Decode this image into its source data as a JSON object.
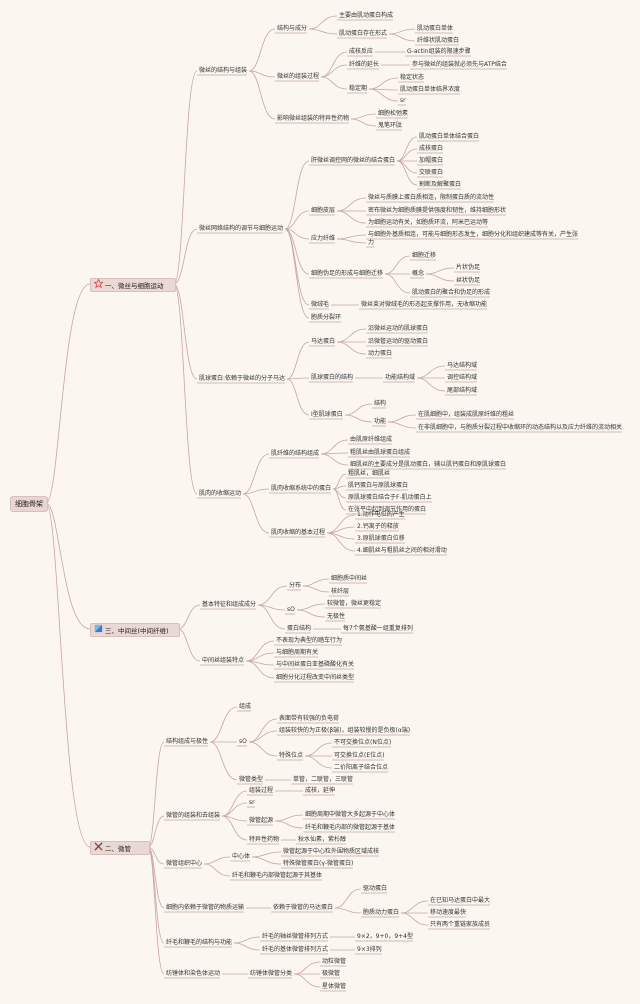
{
  "root": "细胞骨架",
  "sections": {
    "s1": {
      "label": "一、微丝与细胞运动",
      "icon": "star-icon"
    },
    "s3": {
      "label": "三、中间丝(中间纤维)",
      "icon": "flag-icon"
    },
    "s2": {
      "label": "二、微管",
      "icon": "tools-icon"
    }
  },
  "nodes": {
    "n1": "微丝的结构与组装",
    "n2": "结构与成分",
    "n3": "主要由肌动蛋白构成",
    "n4": "肌动蛋白存在形式",
    "n5": "肌动蛋白单体",
    "n6": "纤维状肌动蛋白",
    "n7": "微丝的组装过程",
    "n8": "成核反应",
    "n9": "G-actin组装的限速步骤",
    "n10": "纤维的延长",
    "n11": "参与微丝的组装就必须先与ATP结合",
    "n12": "稳定期",
    "n13": "稳定状态",
    "n14": "肌动蛋白单体临界浓度",
    "n15": "sr",
    "n16": "影响微丝组装的特异性药物",
    "n17": "细胞松弛素",
    "n18": "鬼笔环肽",
    "n19": "微丝网络结构的调节与细胞运动",
    "n20": "肝微丝调控网的微丝的结合蛋白",
    "n21": "肌动蛋白单体结合蛋白",
    "n22": "成核蛋白",
    "n23": "加帽蛋白",
    "n24": "交联蛋白",
    "n25": "割断及解聚蛋白",
    "n26": "细胞皮层",
    "n27": "微丝与质膜上蛋白质相连，限制蛋白质的流动性",
    "n28": "密布微丝为细胞质膜提供强度和韧性，维持细胞形状",
    "n29": "为细胞运动有关，如胞质环流，阿米巴运动等",
    "n30": "应力纤维",
    "n31": "与细胞外基质相连，可能与细胞形态发生，细胞分化和组织建成等有关，产生张",
    "n32": "力",
    "n33": "细胞伪足的形成与细胞迁移",
    "n34": "细胞迁移",
    "n35": "概念",
    "n36": "片状伪足",
    "n37": "丝状伪足",
    "n38": "肌动蛋白的聚合和伪足的形成",
    "n39": "微绒毛",
    "n40": "微丝束对微绒毛的形态起支撑作用，无收缩功能",
    "n41": "胞质分裂环",
    "n42": "肌球蛋白:依赖于微丝的分子马达",
    "n43": "马达蛋白",
    "n44": "沿微丝运动的肌球蛋白",
    "n45": "沿微管运动的驱动蛋白",
    "n46": "动力蛋白",
    "n47": "肌球蛋白的结构",
    "n48": "功能结构域",
    "n49": "马达结构域",
    "n50": "调控结构域",
    "n51": "尾部结构域",
    "n52": "I型肌球蛋白",
    "n53": "结构",
    "n54": "功能",
    "n55": "在肌细胞中，组装成肌原纤维的粗丝",
    "n56": "在非肌细胞中，与胞质分裂过程中收缩环的动态结构以及应力纤维的流动相关",
    "n57": "肌肉的收缩运动",
    "n58": "肌纤维的结构组成",
    "n59": "由肌原纤维组成",
    "n60": "粗肌丝由肌球蛋白组成",
    "n61": "细肌丝的主要成分是肌动蛋白，辅以肌钙蛋白和原肌球蛋白",
    "n62": "肌肉收缩系统中的蛋白",
    "n63": "粗肌丝，细肌丝",
    "n64": "原肌球蛋白结合于F-肌动蛋白上",
    "n65": "肌钙蛋白与原肌球蛋白",
    "n66": "在张平中起到调节作用的蛋白",
    "n67": "肌肉收缩的基本过程",
    "n68": "1.动作电位的产生",
    "n69": "2.钙离子的释放",
    "n70": "3.原肌球蛋白位移",
    "n71": "4.细肌丝与粗肌丝之间的相对滑动",
    "n72": "基本特征和组成成分",
    "n73": "分布",
    "n74": "细胞质中间丝",
    "n75": "核纤层",
    "n76": "sO",
    "n77": "较微管，微丝更稳定",
    "n78": "无极性",
    "n79": "蛋白结构",
    "n80": "每7个氨基酸一组重复排列",
    "n81": "中间丝组装特点",
    "n82": "不表现为典型的踏车行为",
    "n83": "与细胞周期有关",
    "n84": "与中间丝蛋白亚基磷酸化有关",
    "n85": "细胞分化过程改变中间丝类型",
    "n86": "结构组成与极性",
    "n87": "组成",
    "n88": "sO",
    "n89": "表面带有较强的负电荷",
    "n90": "组装较快的为正极(β端)，组装较慢的是负极(α端)",
    "n91": "特殊位点",
    "n92": "不可交换位点(N位点)",
    "n93": "可交换位点(E位点)",
    "n94": "二价阳离子结合位点",
    "n95": "微管类型",
    "n96": "单管，二联管，三联管",
    "n97": "微管的组装和去组装",
    "n98": "组装过程",
    "n99": "成核，延伸",
    "n100": "sr",
    "n101": "微管起源",
    "n102": "细胞周期中微管大多起源于中心体",
    "n103": "纤毛和鞭毛内部的微管起源于基体",
    "n104": "特异性药物",
    "n105": "秋水仙素，紫杉醇",
    "n106": "微管组织中心",
    "n107": "中心体",
    "n108": "微管起源于中心粒外围物质区域成核",
    "n109": "特殊微管蛋白(γ-微管蛋白)",
    "n110": "纤毛和鞭毛内部微管起源于其基体",
    "n111": "细胞内依赖于微管的物质运输",
    "n112": "依赖于微管的马达蛋白",
    "n113": "驱动蛋白",
    "n114": "胞质动力蛋白",
    "n115": "在已知马达蛋白中最大",
    "n116": "移动速度最快",
    "n117": "只有两个重链家族成员",
    "n118": "纤毛和鞭毛的结构与功能",
    "n119": "纤毛的轴丝微管排列方式",
    "n120": "9×2，9+0，9+4型",
    "n121": "纤毛的基体微管排列方式",
    "n122": "9×3排列",
    "n123": "纺锤体和染色体运动",
    "n124": "纺锤体微管分类",
    "n125": "动粒微管",
    "n126": "极微管",
    "n127": "星体微管"
  },
  "colors": {
    "line": "#c9a4a2",
    "box_fill": "#ead8d4",
    "box_border": "#d8bfbb",
    "background": "#fbf6f0",
    "star": "#d9534f",
    "flag": "#2f7fcf",
    "tools": "#c0392b"
  }
}
